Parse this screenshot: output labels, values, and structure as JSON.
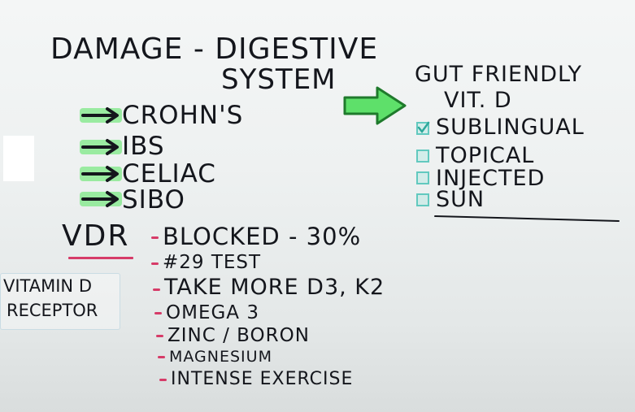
{
  "title": {
    "line1": "DAMAGE - DIGESTIVE",
    "line2": "SYSTEM"
  },
  "conditions": [
    "CROHN'S",
    "IBS",
    "CELIAC",
    "SIBO"
  ],
  "vdr": {
    "label": "VDR",
    "side_note_line1": "VITAMIN D",
    "side_note_line2": "RECEPTOR",
    "blocked": "BLOCKED - 30%",
    "items": [
      "#29 TEST",
      "TAKE MORE D3, K2",
      "OMEGA 3",
      "ZINC / BORON",
      "MAGNESIUM",
      "INTENSE EXERCISE"
    ]
  },
  "gut_friendly": {
    "line1": "GUT FRIENDLY",
    "line2": "VIT. D",
    "options": [
      "SUBLINGUAL",
      "TOPICAL",
      "INJECTED",
      "SUN"
    ]
  },
  "colors": {
    "ink": "#14161c",
    "arrow_green": "#5ee06a",
    "accent_pink": "#d63b68",
    "checkbox_teal": "#62c9bf",
    "note_border": "#c9dce4"
  },
  "icons": {
    "condition_arrow": "arrow-right-icon",
    "big_arrow": "big-green-arrow-icon",
    "checkbox": "checkbox-icon"
  }
}
